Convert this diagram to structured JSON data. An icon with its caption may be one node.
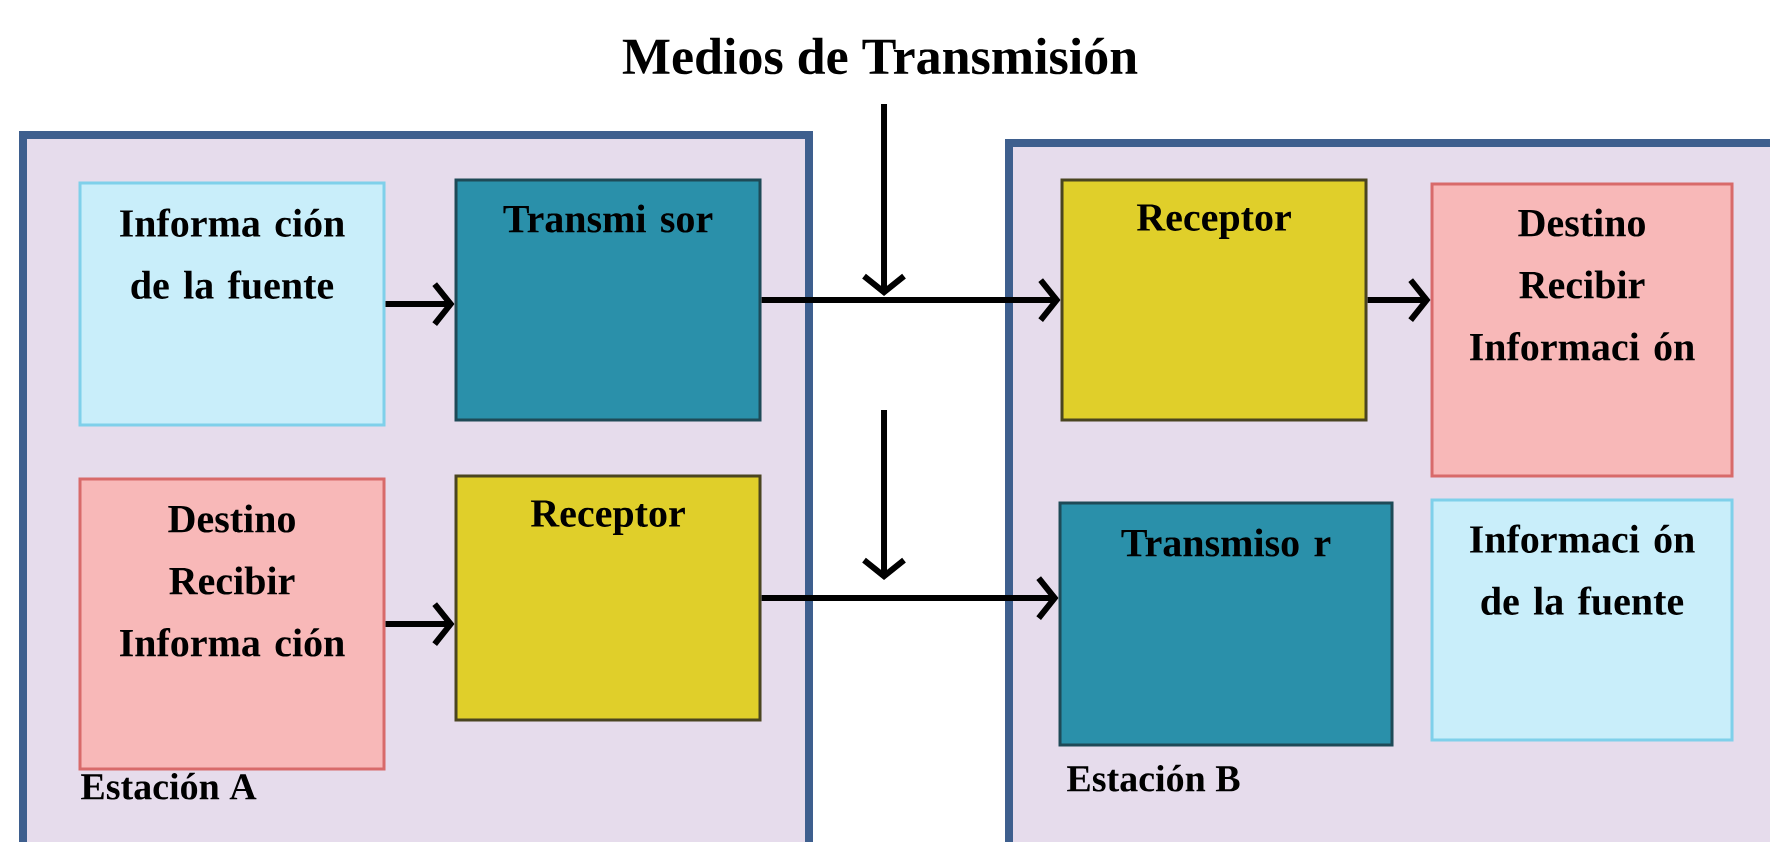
{
  "diagram": {
    "title": "Medios de Transmisión",
    "nodes": [
      {
        "text": [
          "Estación A"
        ]
      },
      {
        "text": [
          "Informa ción de la fuente"
        ],
        "in": 0
      },
      {
        "text": [
          "Transmi sor"
        ],
        "in": 0
      },
      {
        "text": [
          "Destino Recibir Informa ción"
        ],
        "in": 0
      },
      {
        "text": [
          "Receptor"
        ],
        "in": 0
      },
      {
        "text": [
          "Estación B"
        ]
      },
      {
        "text": [
          "Receptor"
        ],
        "in": 5
      },
      {
        "text": [
          "Destino Recibir Informaci ón"
        ],
        "in": 5
      },
      {
        "text": [
          "Transmiso r"
        ],
        "in": 5
      },
      {
        "text": [
          "Informaci ón de la fuente"
        ],
        "in": 5
      }
    ],
    "edges": [
      {
        "from": 1,
        "to": 2,
        "arrow": "to"
      },
      {
        "from": 2,
        "to": 6,
        "arrow": "to"
      },
      {
        "from": 6,
        "to": 7,
        "arrow": "to"
      },
      {
        "from": 3,
        "to": 4,
        "arrow": "to"
      },
      {
        "from": 4,
        "to": 8,
        "arrow": "to"
      }
    ]
  }
}
